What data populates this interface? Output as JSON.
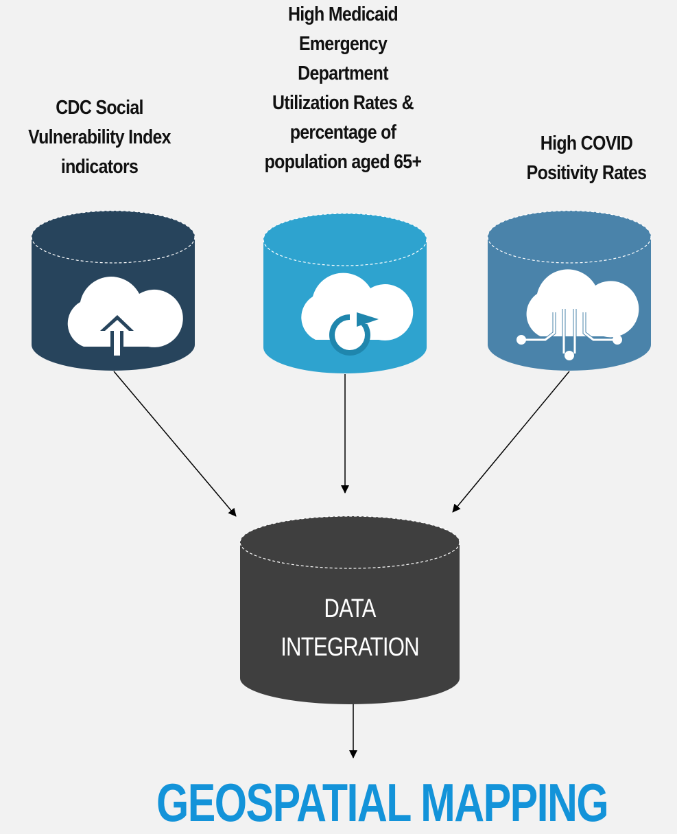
{
  "sources": [
    {
      "lines": [
        "CDC Social",
        "Vulnerability Index",
        "indicators"
      ],
      "color": "#27445c",
      "icon": "cloud-upload-icon"
    },
    {
      "lines": [
        "High Medicaid",
        "Emergency",
        "Department",
        "Utilization Rates &",
        "percentage of",
        "population aged 65+"
      ],
      "color": "#2ea3cf",
      "icon": "cloud-sync-icon"
    },
    {
      "lines": [
        "High COVID",
        "Positivity Rates"
      ],
      "color": "#4a83aa",
      "icon": "cloud-network-icon"
    }
  ],
  "integration": {
    "line1": "DATA",
    "line2": "INTEGRATION",
    "color": "#3f3f3f"
  },
  "output": {
    "title": "GEOSPATIAL MAPPING",
    "color": "#1393d9"
  }
}
